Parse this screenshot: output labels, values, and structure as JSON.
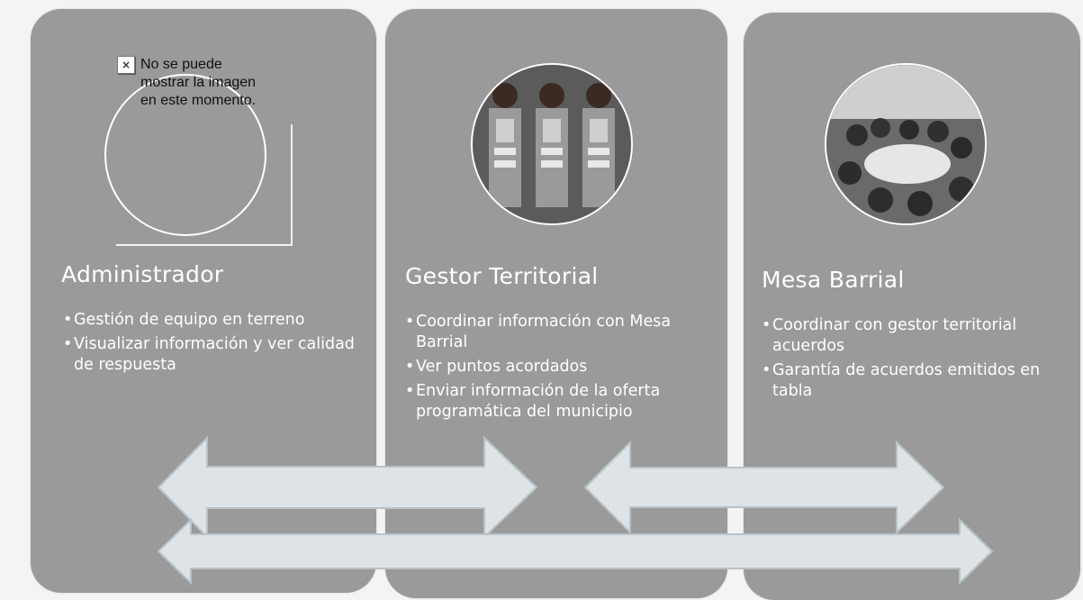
{
  "placeholder": {
    "text": "No se puede mostrar la imagen en este momento.",
    "icon": "broken-image-icon"
  },
  "cards": [
    {
      "title": "Administrador",
      "bullets": [
        "Gestión de equipo en terreno",
        "Visualizar información y ver calidad de respuesta"
      ]
    },
    {
      "title": "Gestor Territorial",
      "bullets": [
        "Coordinar información con Mesa Barrial",
        "Ver puntos acordados",
        "Enviar información de la oferta programática del municipio"
      ]
    },
    {
      "title": "Mesa Barrial",
      "bullets": [
        "Coordinar con gestor territorial acuerdos",
        "Garantía de acuerdos emitidos en tabla"
      ]
    }
  ],
  "connections": [
    {
      "from": "Administrador",
      "to": "Gestor Territorial"
    },
    {
      "from": "Gestor Territorial",
      "to": "Mesa Barrial"
    },
    {
      "from": "Administrador",
      "to": "Mesa Barrial"
    }
  ],
  "colors": {
    "card": "#9a9a9a",
    "arrow_fill": "#dde3e6",
    "arrow_stroke": "#b9c2c6",
    "text": "#ffffff"
  }
}
